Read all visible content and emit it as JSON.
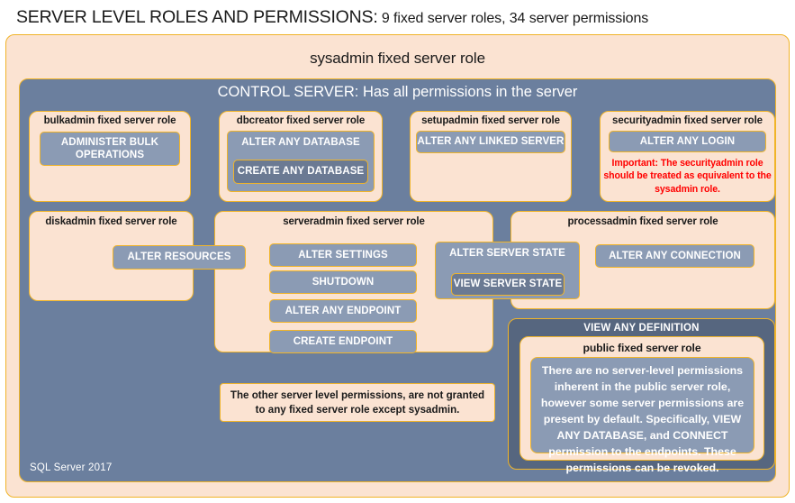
{
  "title": {
    "main": "SERVER LEVEL ROLES AND PERMISSIONS:",
    "sub": " 9 fixed server roles, 34 server permissions"
  },
  "sysadmin": {
    "label": "sysadmin  fixed  server  role"
  },
  "control_server": {
    "label": "CONTROL SERVER: Has all permissions in the server"
  },
  "roles": {
    "bulkadmin": {
      "label": "bulkadmin  fixed server role",
      "permissions": [
        "ADMINISTER  BULK OPERATIONS"
      ]
    },
    "dbcreator": {
      "label": "dbcreator fixed  server role",
      "permissions": [
        "ALTER ANY DATABASE",
        "CREATE  ANY DATABASE"
      ]
    },
    "setupadmin": {
      "label": "setupadmin fixed server role",
      "permissions": [
        "ALTER ANY LINKED SERVER"
      ]
    },
    "securityadmin": {
      "label": "securityadmin  fixed server role",
      "permissions": [
        "ALTER ANY LOGIN"
      ],
      "warning": "Important:  The securityadmin role should  be treated as equivalent to the sysadmin role."
    },
    "diskadmin": {
      "label": "diskadmin  fixed server role",
      "permissions": [
        "ALTER RESOURCES"
      ]
    },
    "serveradmin": {
      "label": "serveradmin fixed server role",
      "permissions": [
        "ALTER SETTINGS",
        "SHUTDOWN",
        "ALTER ANY ENDPOINT",
        "CREATE  ENDPOINT"
      ],
      "shared_permissions": [
        "ALTER SERVER STATE",
        "VIEW SERVER STATE"
      ]
    },
    "processadmin": {
      "label": "processadmin  fixed server role",
      "permissions": [
        "ALTER ANY CONNECTION"
      ]
    },
    "public": {
      "outer_permission": "VIEW ANY DEFINITION",
      "label": "public  fixed server role",
      "description": "There are no server-level permissions inherent in the public  server role, however some server permissions  are present by default. Specifically,  VIEW ANY DATABASE, and CONNECT permission to the endpoints. These  permissions can be revoked."
    }
  },
  "note": {
    "text": "The other server level permissions,  are not granted to any fixed server role except sysadmin."
  },
  "footer": {
    "text": "SQL Server 2017"
  },
  "colors": {
    "peach": "#fbe3d2",
    "gold_border": "#f0b429",
    "slate": "#6b7f9e",
    "slate_dark": "#56667f",
    "pill": "#8b9bb4",
    "pill_dark": "#6b7a93",
    "warning_red": "#ff0000"
  }
}
